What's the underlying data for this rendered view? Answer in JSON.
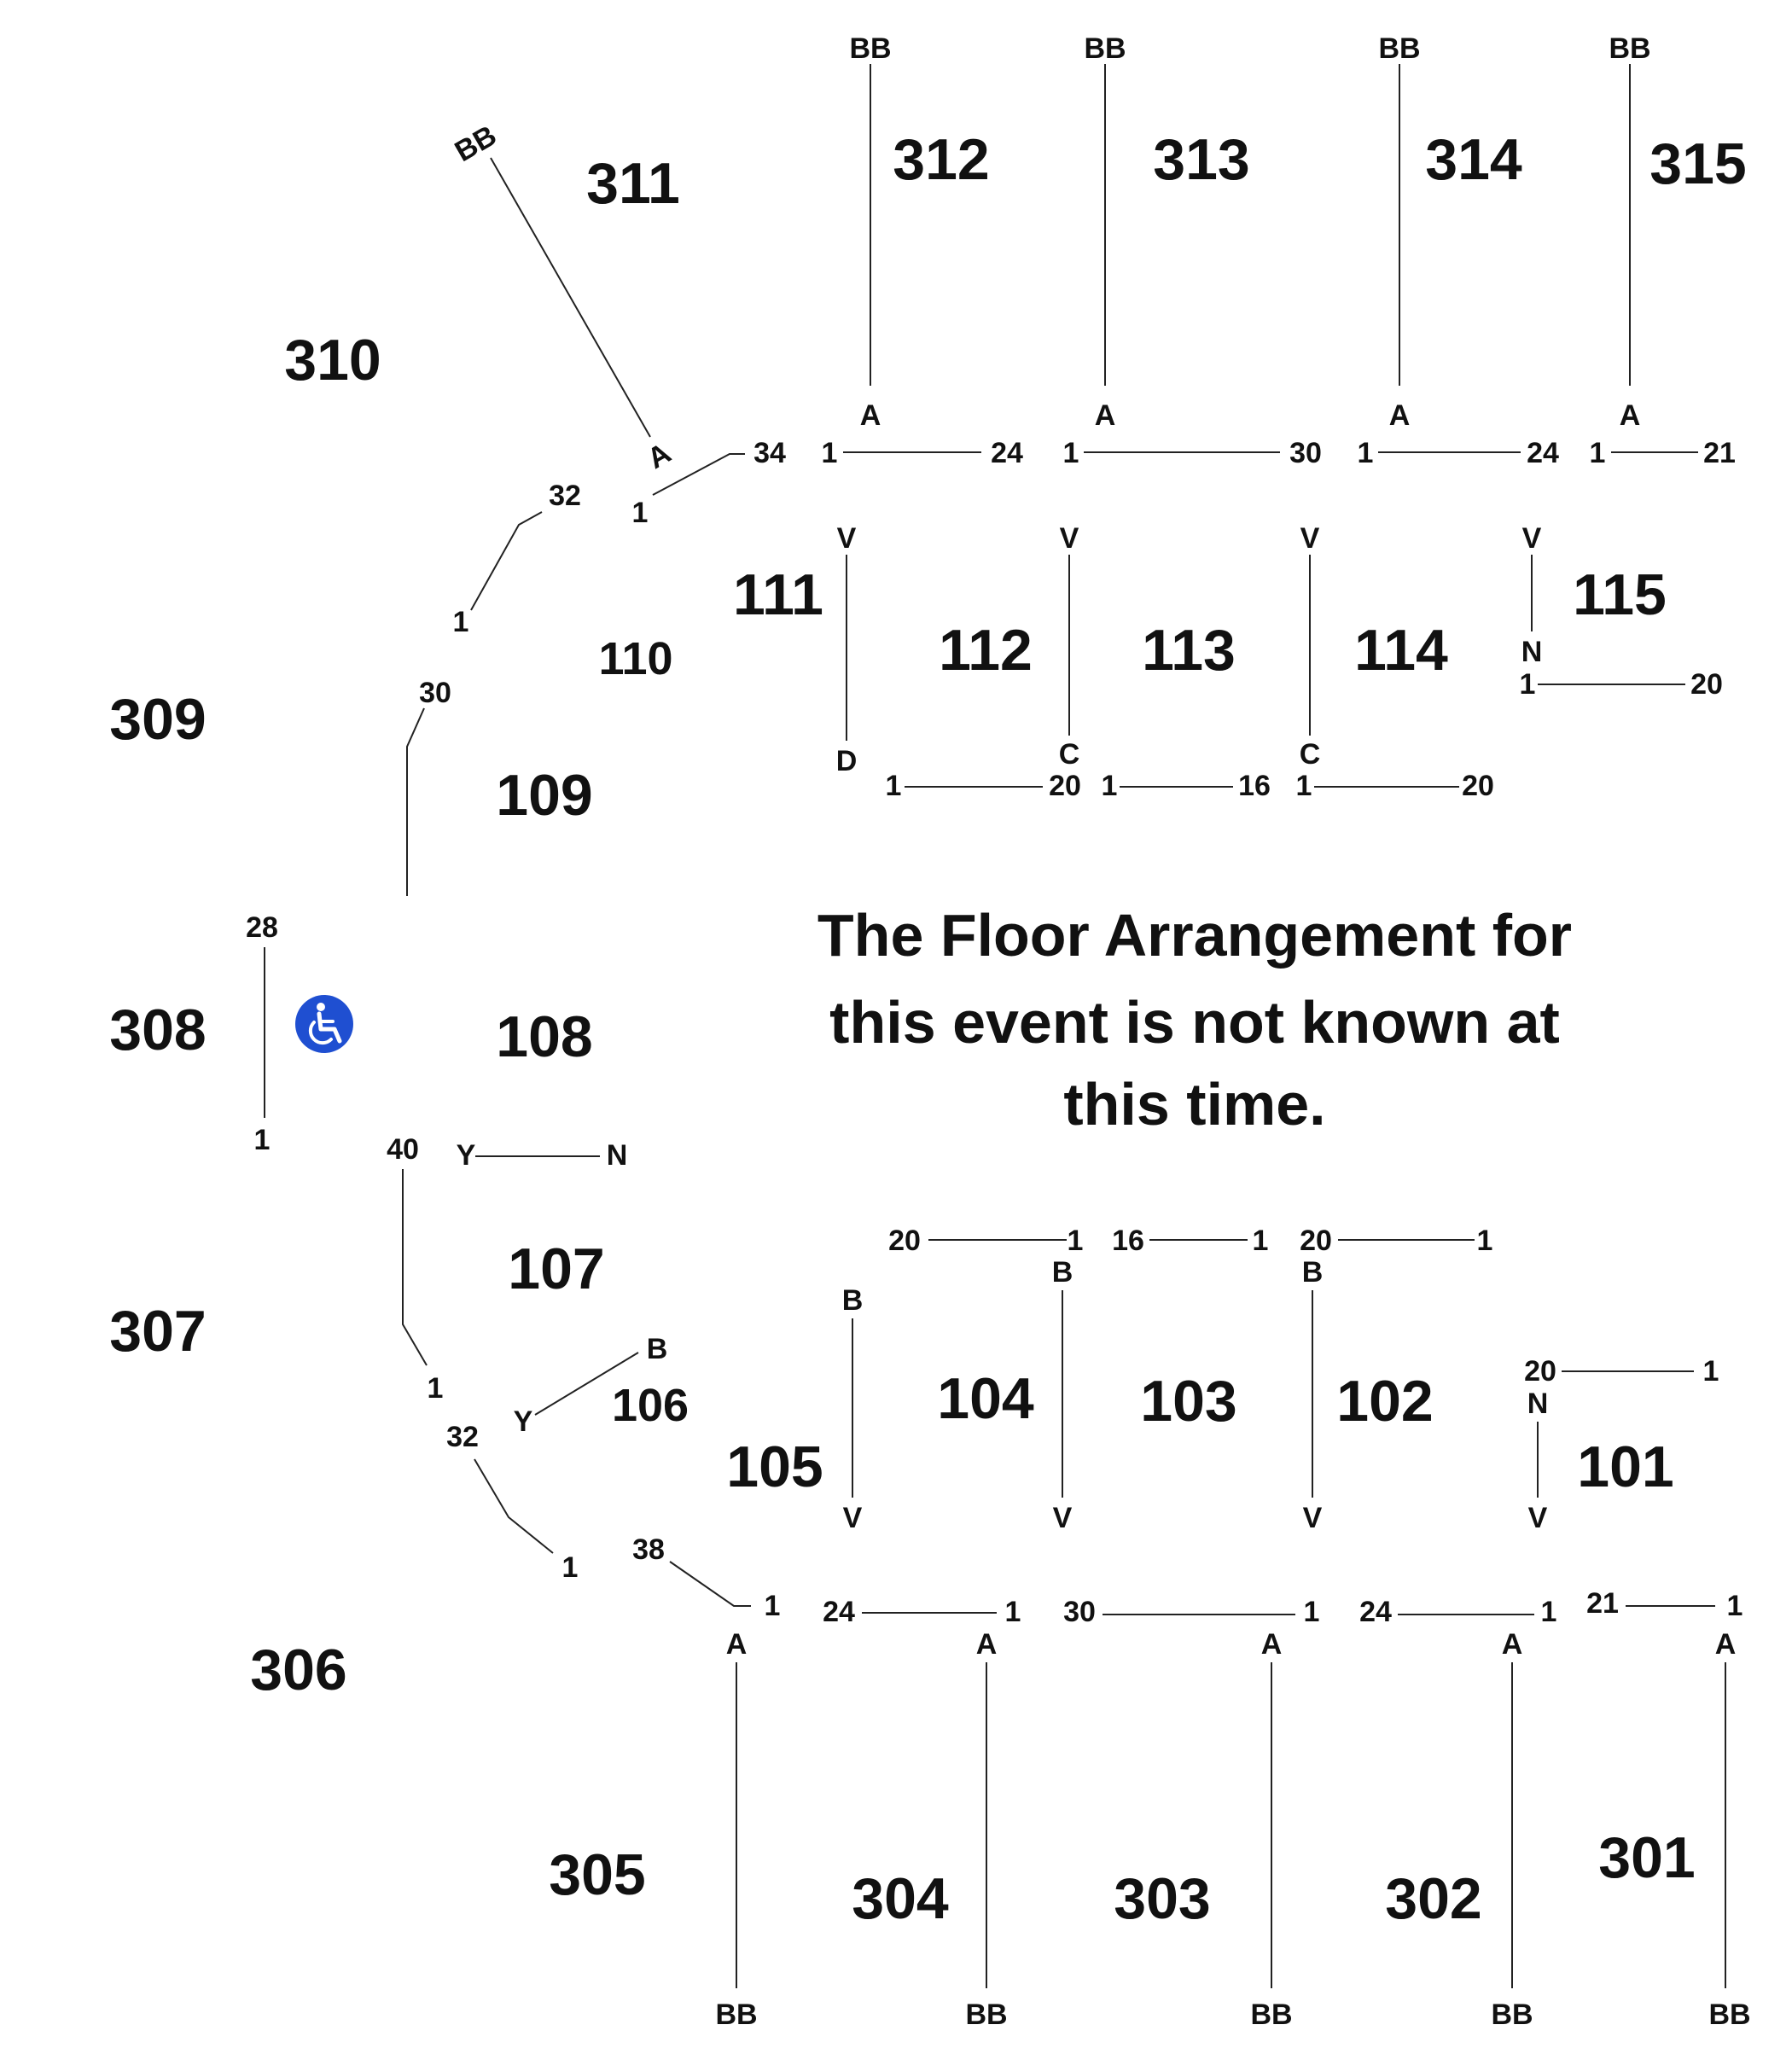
{
  "notice": [
    "The Floor Arrangement for",
    "this event is not known at",
    "this time."
  ],
  "accessibility_icon": "wheelchair-icon",
  "accent_color": "#1f4fd1",
  "upper_sections": [
    {
      "id": "301",
      "row_start": "A",
      "row_end": "BB",
      "seat_first": "21",
      "seat_last": "1"
    },
    {
      "id": "302",
      "row_start": "A",
      "row_end": "BB",
      "seat_first": "24",
      "seat_last": "1"
    },
    {
      "id": "303",
      "row_start": "A",
      "row_end": "BB",
      "seat_first": "30",
      "seat_last": "1"
    },
    {
      "id": "304",
      "row_start": "A",
      "row_end": "BB",
      "seat_first": "24",
      "seat_last": "1"
    },
    {
      "id": "305",
      "row_start": "A",
      "row_end": "BB",
      "seat_first": "38",
      "seat_last": "1"
    },
    {
      "id": "306",
      "seat_first": "1",
      "seat_last": "32"
    },
    {
      "id": "307",
      "seat_first": "1",
      "seat_last": "40"
    },
    {
      "id": "308",
      "seat_first": "1",
      "seat_last": "28"
    },
    {
      "id": "309",
      "seat_first": "30"
    },
    {
      "id": "310",
      "seat_first": "1",
      "seat_last": "32"
    },
    {
      "id": "311",
      "row_start": "A",
      "row_end": "BB",
      "seat_first": "1",
      "seat_last": "34"
    },
    {
      "id": "312",
      "row_start": "A",
      "row_end": "BB",
      "seat_first": "1",
      "seat_last": "24"
    },
    {
      "id": "313",
      "row_start": "A",
      "row_end": "BB",
      "seat_first": "1",
      "seat_last": "30"
    },
    {
      "id": "314",
      "row_start": "A",
      "row_end": "BB",
      "seat_first": "1",
      "seat_last": "24"
    },
    {
      "id": "315",
      "row_start": "A",
      "row_end": "BB",
      "seat_first": "1",
      "seat_last": "21"
    }
  ],
  "lower_sections": [
    {
      "id": "101",
      "row_start": "N",
      "row_end": "V",
      "seat_first": "20",
      "seat_last": "1"
    },
    {
      "id": "102",
      "row_start": "B",
      "row_end": "V",
      "seat_first": "20",
      "seat_last": "1"
    },
    {
      "id": "103",
      "seat_first": "16",
      "seat_last": "1"
    },
    {
      "id": "104",
      "row_start": "B",
      "row_end": "V",
      "seat_first": "20",
      "seat_last": "1"
    },
    {
      "id": "105",
      "row_start": "B",
      "row_end": "V"
    },
    {
      "id": "106",
      "row_start": "Y",
      "row_end": "B"
    },
    {
      "id": "107",
      "row_start": "Y",
      "row_end": "N"
    },
    {
      "id": "108"
    },
    {
      "id": "109"
    },
    {
      "id": "110"
    },
    {
      "id": "111",
      "row_start": "V",
      "row_end": "D"
    },
    {
      "id": "112",
      "row_start": "V",
      "row_end": "C",
      "seat_first": "1",
      "seat_last": "20"
    },
    {
      "id": "113",
      "seat_first": "1",
      "seat_last": "16"
    },
    {
      "id": "114",
      "row_start": "V",
      "row_end": "C",
      "seat_first": "1",
      "seat_last": "20"
    },
    {
      "id": "115",
      "row_start": "V",
      "row_end": "N",
      "seat_first": "1",
      "seat_last": "20"
    }
  ]
}
